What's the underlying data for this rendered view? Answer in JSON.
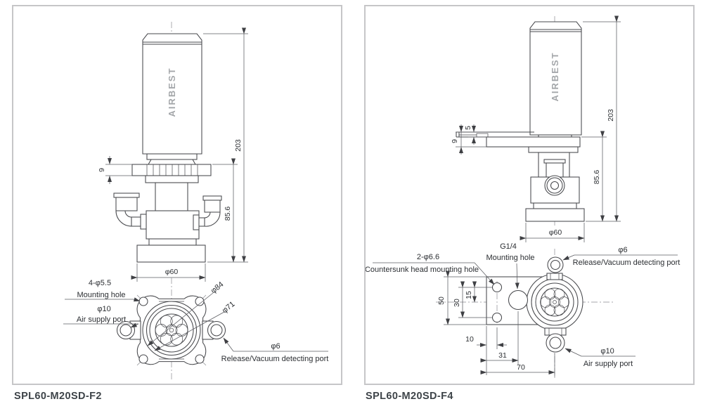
{
  "panels": [
    {
      "caption": "SPL60-M20SD-F2",
      "brand": "AIRBEST",
      "dims": {
        "total_height": "203",
        "flange_thickness": "9",
        "body_height": "85.6",
        "body_dia": "φ60",
        "flange_dia": "φ84",
        "ring_dia": "φ71"
      },
      "labels": {
        "mounting_hole": {
          "l1": "4-φ5.5",
          "l2": "Mounting hole"
        },
        "air_supply": {
          "l1": "φ10",
          "l2": "Air supply port"
        },
        "detect": {
          "l1": "φ6",
          "l2": "Release/Vacuum detecting port"
        }
      }
    },
    {
      "caption": "SPL60-M20SD-F4",
      "brand": "AIRBEST",
      "dims": {
        "total_height": "203",
        "body_height": "85.6",
        "plate_thickness": "5",
        "flange_thickness": "9",
        "body_dia": "φ60",
        "plate_height": "50",
        "hole_spacing": "30",
        "hole_to_center": "15",
        "edge_to_hole": "10",
        "edge_to_g14": "31",
        "edge_to_center": "70"
      },
      "labels": {
        "countersunk": {
          "l1": "2-φ6.6",
          "l2": "Countersunk head mounting hole"
        },
        "g14": {
          "l1": "G1/4",
          "l2": "Mounting hole"
        },
        "detect": {
          "l1": "φ6",
          "l2": "Release/Vacuum detecting port"
        },
        "air_supply": {
          "l1": "φ10",
          "l2": "Air supply port"
        }
      }
    }
  ]
}
